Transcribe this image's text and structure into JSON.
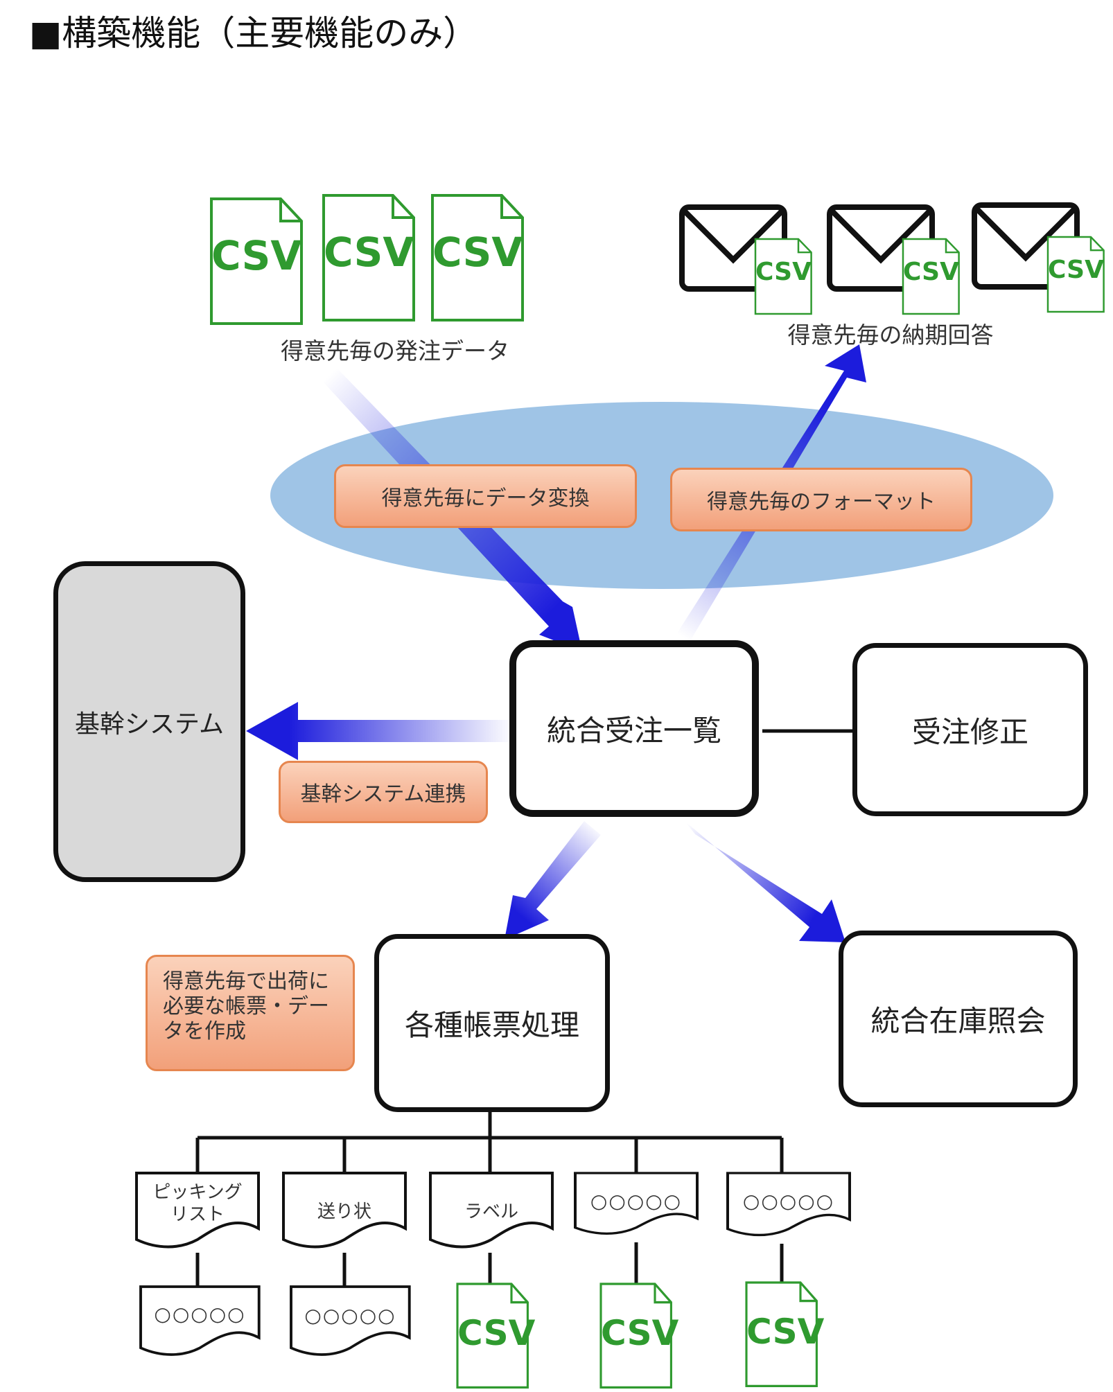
{
  "title": "■構築機能（主要機能のみ）",
  "captions": {
    "order_data": "得意先毎の発注データ",
    "delivery_reply": "得意先毎の納期回答"
  },
  "file_icon_text": "CSV",
  "tags": {
    "data_conversion": "得意先毎にデータ変換",
    "format": "得意先毎のフォーマット",
    "core_link": "基幹システム連携",
    "forms_note": "得意先毎で出荷に必要な帳票・データを作成"
  },
  "nodes": {
    "core_system": "基幹システム",
    "order_list": "統合受注一覧",
    "order_edit": "受注修正",
    "forms_processing": "各種帳票処理",
    "inventory": "統合在庫照会"
  },
  "documents": {
    "picking_line1": "ピッキング",
    "picking_line2": "リスト",
    "delivery_slip": "送り状",
    "label": "ラベル",
    "placeholder": "○○○○○"
  },
  "colors": {
    "arrow_blue": "#1c1cdc",
    "ellipse_blue": "#9fc4e6",
    "tag_orange": "#f2a07a",
    "csv_green": "#2f9a2f",
    "core_gray": "#d9d9d9"
  }
}
